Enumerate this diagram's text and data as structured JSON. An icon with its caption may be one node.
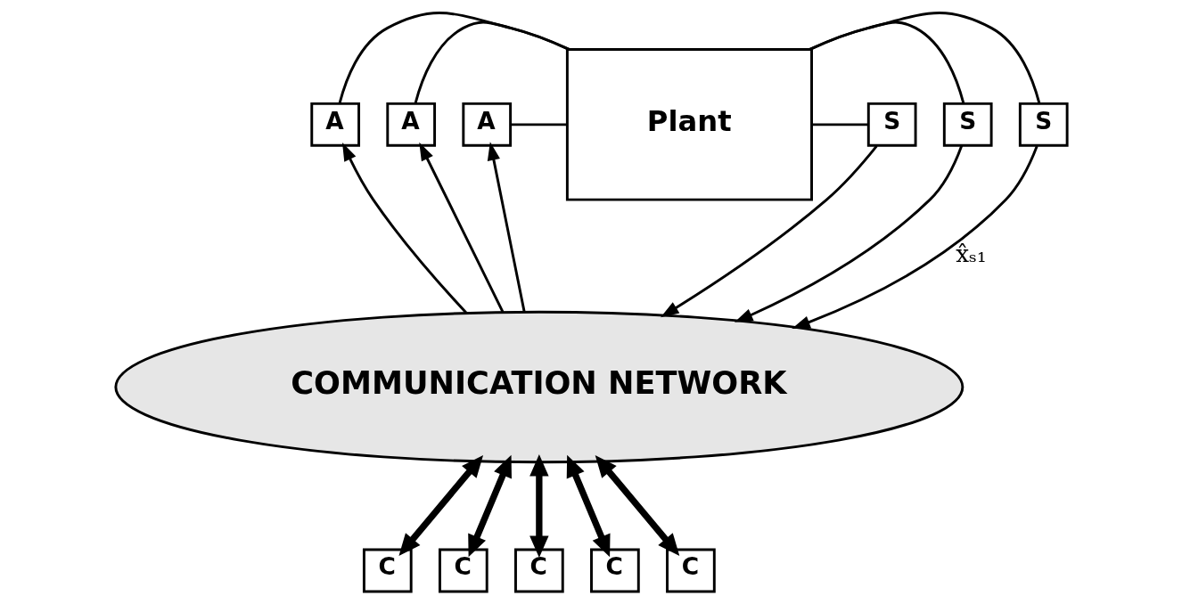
{
  "diagram": {
    "nodes": [
      {
        "text": [
          "A"
        ]
      },
      {
        "text": [
          "A"
        ]
      },
      {
        "text": [
          "A"
        ]
      },
      {
        "text": [
          "Plant"
        ]
      },
      {
        "text": [
          "S"
        ]
      },
      {
        "text": [
          "S"
        ]
      },
      {
        "text": [
          "S"
        ]
      },
      {
        "text": [
          "COMMUNICATION NETWORK"
        ]
      },
      {
        "text": [
          "C"
        ]
      },
      {
        "text": [
          "C"
        ]
      },
      {
        "text": [
          "C"
        ]
      },
      {
        "text": [
          "C"
        ]
      },
      {
        "text": [
          "C"
        ]
      }
    ],
    "edges": [
      {
        "from": 0,
        "to": 3,
        "arrow": "none"
      },
      {
        "from": 1,
        "to": 3,
        "arrow": "none"
      },
      {
        "from": 2,
        "to": 3,
        "arrow": "none"
      },
      {
        "from": 3,
        "to": 4,
        "arrow": "none"
      },
      {
        "from": 3,
        "to": 5,
        "arrow": "none"
      },
      {
        "from": 3,
        "to": 6,
        "arrow": "none"
      },
      {
        "from": 7,
        "to": 0,
        "arrow": "to"
      },
      {
        "from": 7,
        "to": 1,
        "arrow": "to"
      },
      {
        "from": 7,
        "to": 2,
        "arrow": "to"
      },
      {
        "from": 4,
        "to": 7,
        "arrow": "to",
        "label": "x̂ₛ₁"
      },
      {
        "from": 5,
        "to": 7,
        "arrow": "to"
      },
      {
        "from": 6,
        "to": 7,
        "arrow": "to"
      },
      {
        "from": 7,
        "to": 8,
        "arrow": "both",
        "style": "thick"
      },
      {
        "from": 7,
        "to": 9,
        "arrow": "both",
        "style": "thick"
      },
      {
        "from": 7,
        "to": 10,
        "arrow": "both",
        "style": "thick"
      },
      {
        "from": 7,
        "to": 11,
        "arrow": "both",
        "style": "thick"
      },
      {
        "from": 7,
        "to": 12,
        "arrow": "both",
        "style": "thick"
      }
    ]
  }
}
